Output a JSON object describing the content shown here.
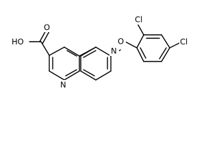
{
  "molecule": {
    "atoms": [
      {
        "id": "O_acid",
        "label": "HO"
      },
      {
        "id": "O_carbonyl",
        "label": "O"
      },
      {
        "id": "N_pyridine_1",
        "label": "N"
      },
      {
        "id": "N_pyridine_2",
        "label": "N"
      },
      {
        "id": "O_ether",
        "label": "O"
      },
      {
        "id": "Cl_ortho",
        "label": "Cl"
      },
      {
        "id": "Cl_para",
        "label": "Cl"
      }
    ]
  }
}
